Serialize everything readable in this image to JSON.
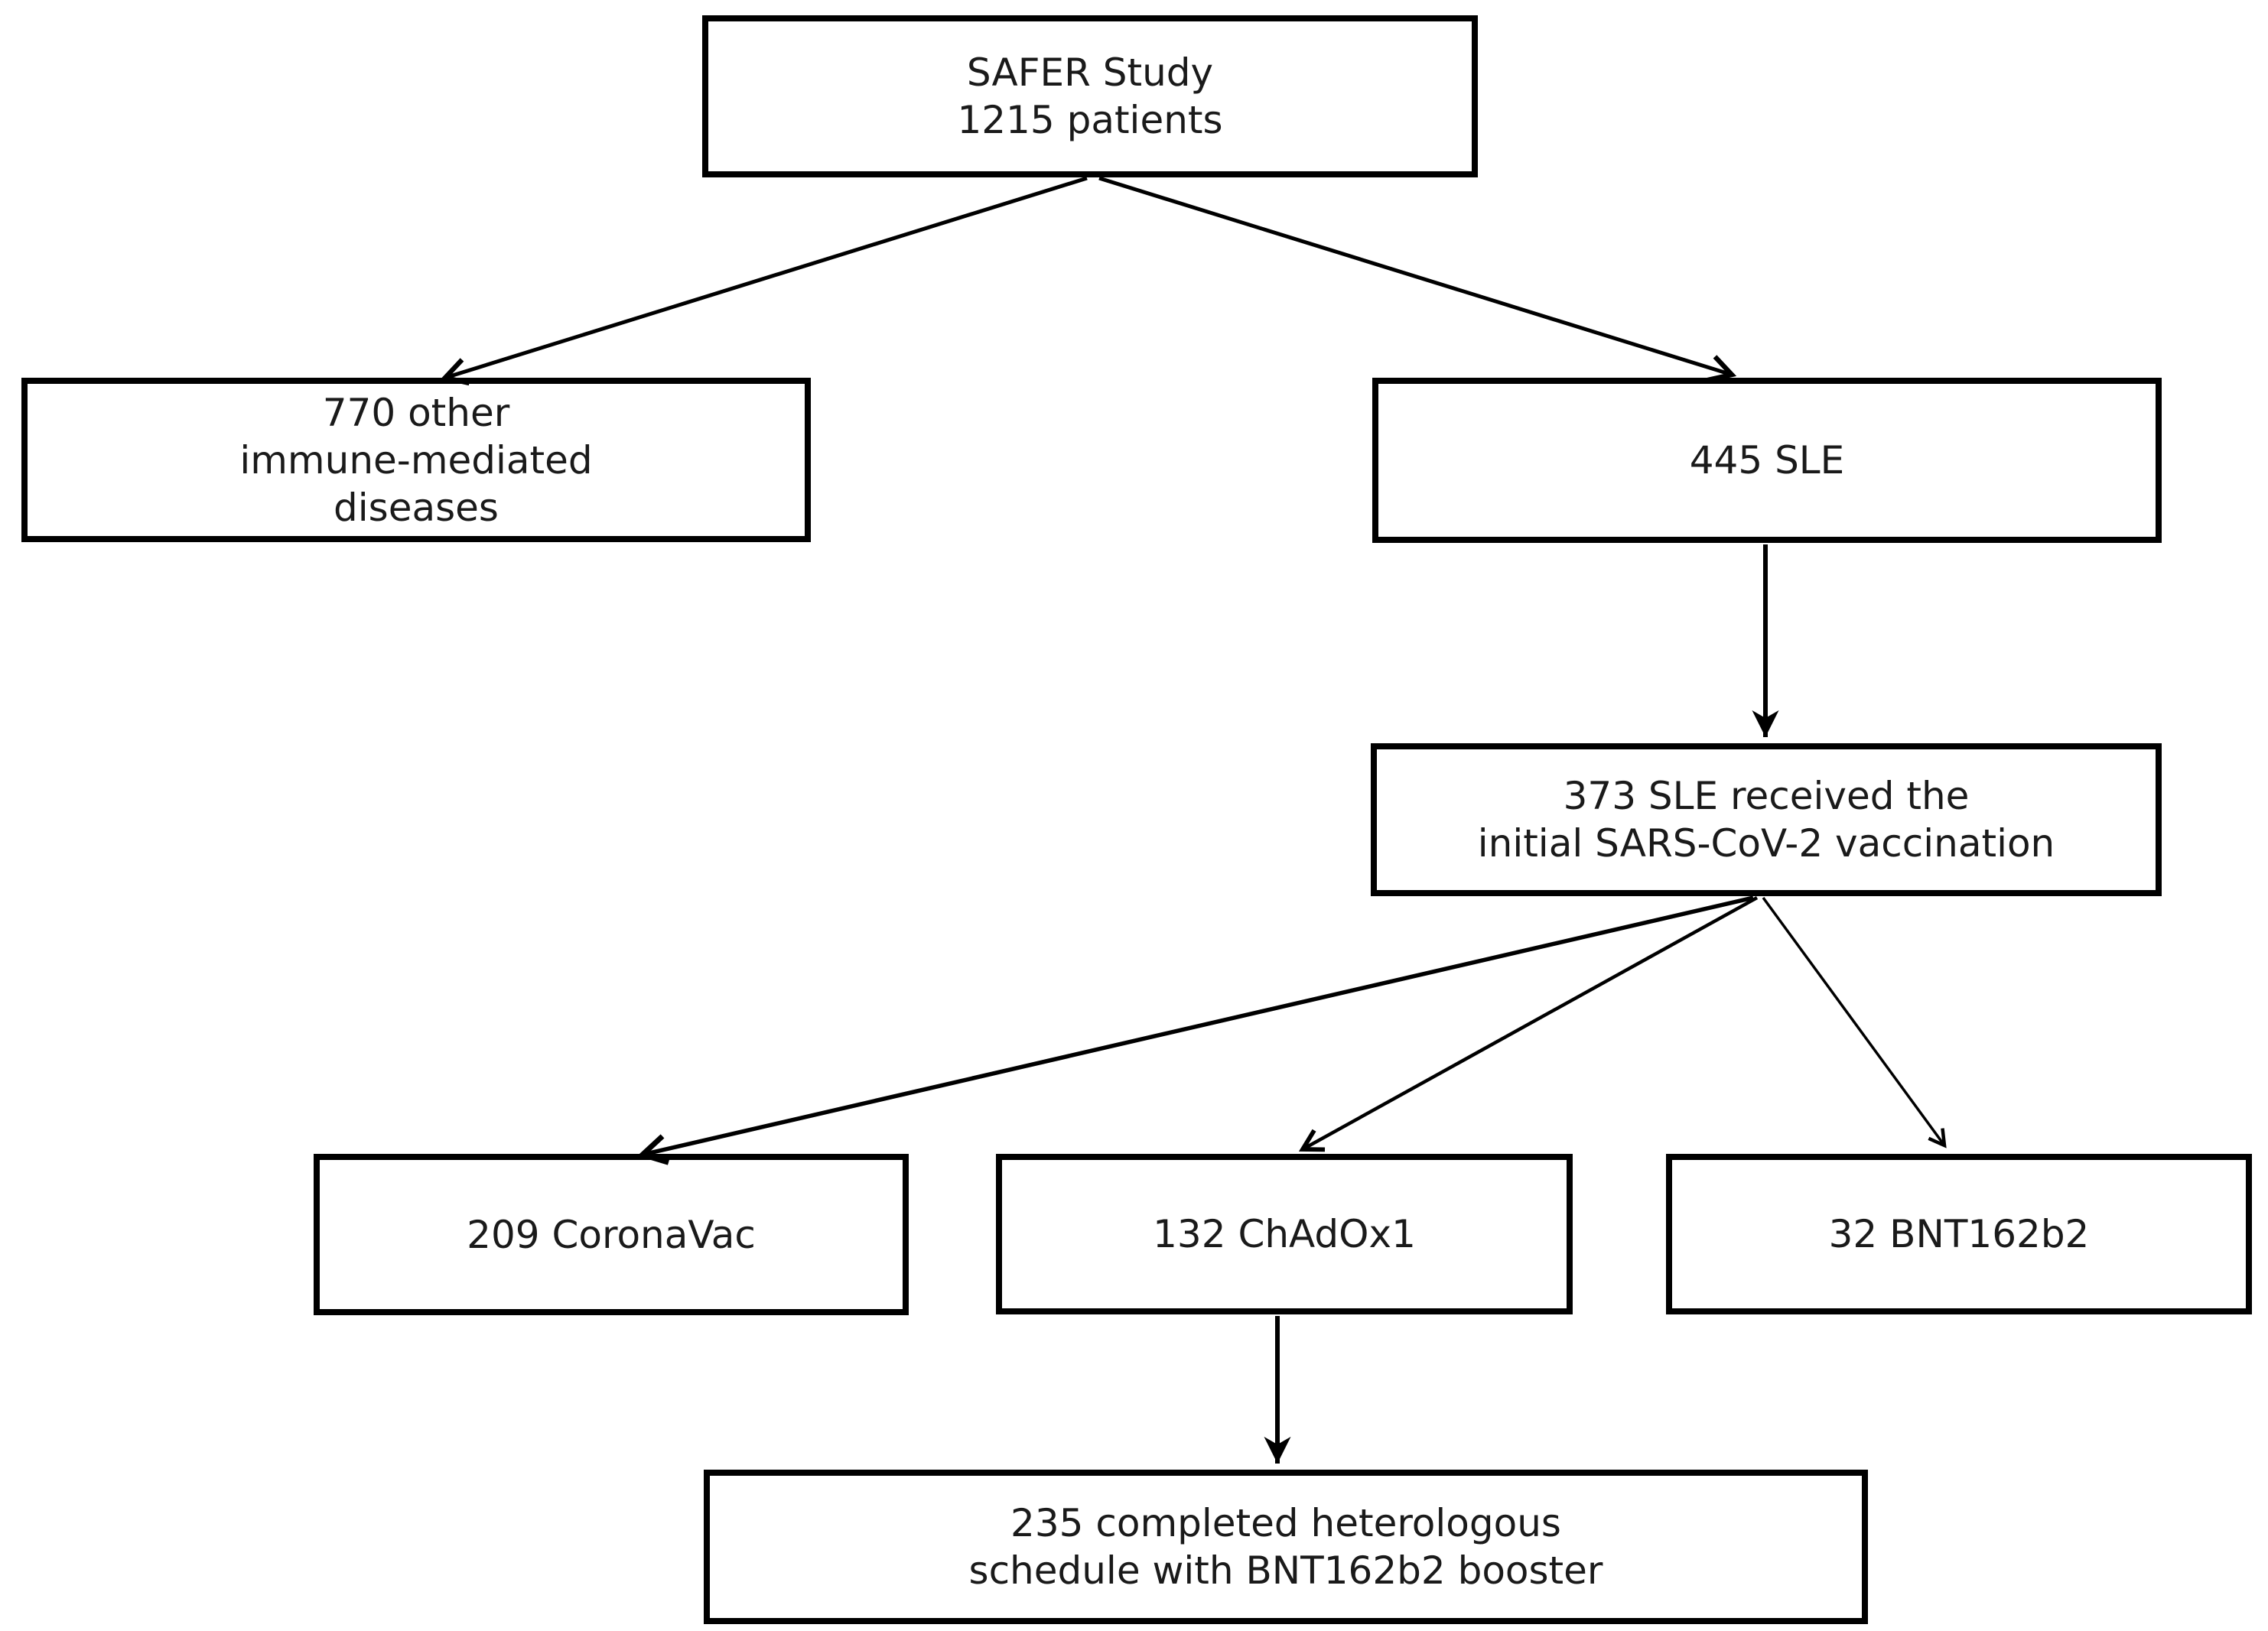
{
  "flowchart": {
    "background_color": "#ffffff",
    "box_border_color": "#000000",
    "text_color": "#1a1a1a",
    "nodes": {
      "safer_study": {
        "lines": [
          "SAFER Study",
          "1215 patients"
        ]
      },
      "other_imd": {
        "lines": [
          "770 other",
          "immune-mediated",
          "diseases"
        ]
      },
      "sle": {
        "lines": [
          "445 SLE"
        ]
      },
      "sle_vaccinated": {
        "lines": [
          "373 SLE received the",
          "initial SARS-CoV-2 vaccination"
        ]
      },
      "coronavac": {
        "lines": [
          "209 CoronaVac"
        ]
      },
      "chadox1": {
        "lines": [
          "132 ChAdOx1"
        ]
      },
      "bnt162b2": {
        "lines": [
          "32 BNT162b2"
        ]
      },
      "booster": {
        "lines": [
          "235 completed heterologous",
          "schedule with BNT162b2 booster"
        ]
      }
    },
    "edges": [
      {
        "from": "safer_study",
        "to": "other_imd",
        "head": "open"
      },
      {
        "from": "safer_study",
        "to": "sle",
        "head": "open"
      },
      {
        "from": "sle",
        "to": "sle_vaccinated",
        "head": "filled"
      },
      {
        "from": "sle_vaccinated",
        "to": "coronavac",
        "head": "open"
      },
      {
        "from": "sle_vaccinated",
        "to": "chadox1",
        "head": "open"
      },
      {
        "from": "sle_vaccinated",
        "to": "bnt162b2",
        "head": "open"
      },
      {
        "from": "chadox1",
        "to": "booster",
        "head": "filled"
      }
    ]
  }
}
